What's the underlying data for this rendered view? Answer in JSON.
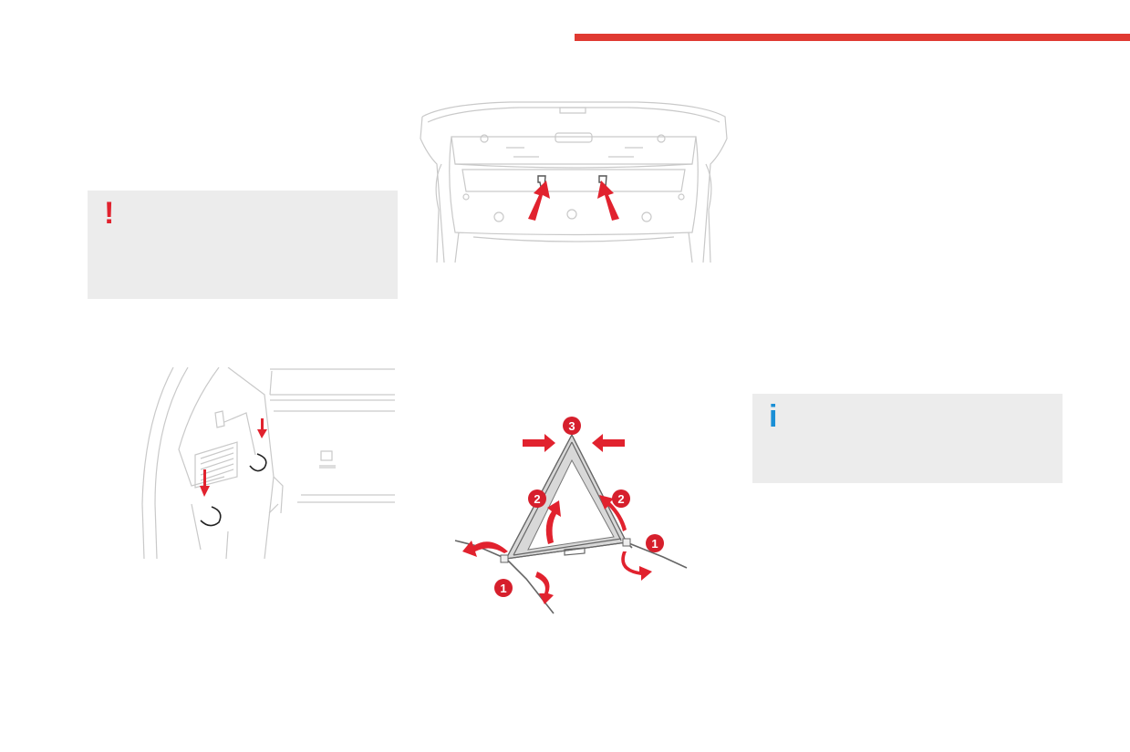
{
  "header": {
    "accent_color": "#e03a32"
  },
  "warning_note": {
    "symbol": "!",
    "color": "#e1222e",
    "background": "#ececec"
  },
  "info_note": {
    "symbol": "i",
    "color": "#1a8fd6",
    "background": "#ececec"
  },
  "figures": {
    "trunk_lid": {
      "arrow_color": "#e1222e"
    },
    "trunk_side": {
      "arrow_color": "#e1222e"
    },
    "warning_triangle": {
      "arrow_color": "#e1222e",
      "callouts": {
        "leg_fold": "1",
        "side_fold": "2",
        "top_press": "3"
      }
    }
  }
}
